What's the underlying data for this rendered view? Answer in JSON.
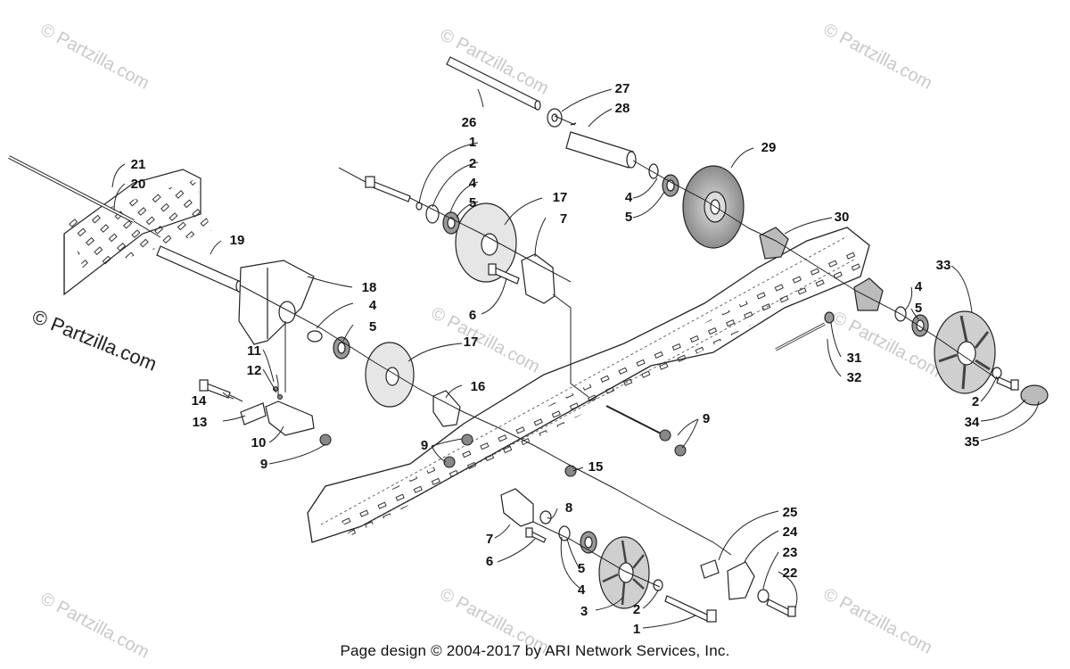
{
  "watermark": {
    "text": "© Partzilla.com",
    "large_text": "© Partzilla.com"
  },
  "footer": {
    "text": "Page design © 2004-2017 by ARI Network Services, Inc."
  },
  "callouts": [
    {
      "label": "21"
    },
    {
      "label": "20"
    },
    {
      "label": "19"
    },
    {
      "label": "18"
    },
    {
      "label": "4"
    },
    {
      "label": "5"
    },
    {
      "label": "11"
    },
    {
      "label": "12"
    },
    {
      "label": "14"
    },
    {
      "label": "13"
    },
    {
      "label": "10"
    },
    {
      "label": "9"
    },
    {
      "label": "26"
    },
    {
      "label": "27"
    },
    {
      "label": "28"
    },
    {
      "label": "1"
    },
    {
      "label": "2"
    },
    {
      "label": "4"
    },
    {
      "label": "5"
    },
    {
      "label": "17"
    },
    {
      "label": "7"
    },
    {
      "label": "6"
    },
    {
      "label": "17"
    },
    {
      "label": "16"
    },
    {
      "label": "29"
    },
    {
      "label": "4"
    },
    {
      "label": "5"
    },
    {
      "label": "30"
    },
    {
      "label": "33"
    },
    {
      "label": "4"
    },
    {
      "label": "5"
    },
    {
      "label": "31"
    },
    {
      "label": "32"
    },
    {
      "label": "2"
    },
    {
      "label": "34"
    },
    {
      "label": "35"
    },
    {
      "label": "9"
    },
    {
      "label": "9"
    },
    {
      "label": "15"
    },
    {
      "label": "8"
    },
    {
      "label": "7"
    },
    {
      "label": "6"
    },
    {
      "label": "5"
    },
    {
      "label": "4"
    },
    {
      "label": "3"
    },
    {
      "label": "2"
    },
    {
      "label": "1"
    },
    {
      "label": "25"
    },
    {
      "label": "24"
    },
    {
      "label": "23"
    },
    {
      "label": "22"
    }
  ]
}
